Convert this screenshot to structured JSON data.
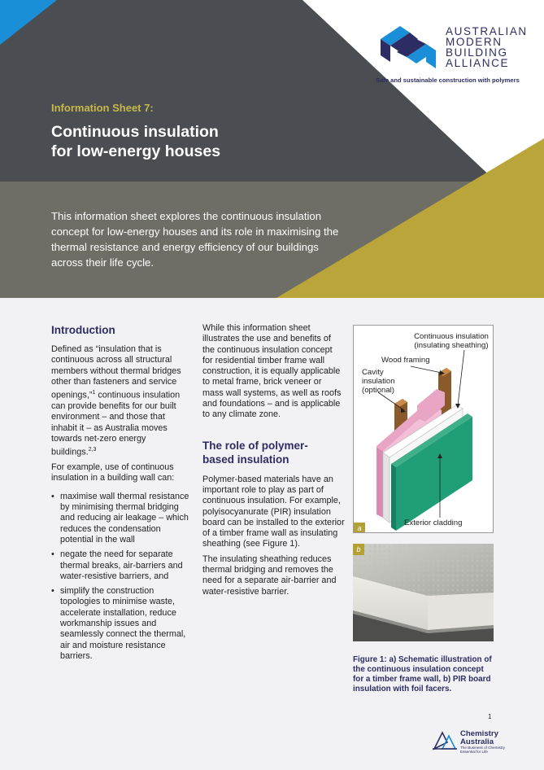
{
  "brand": {
    "name_lines": [
      "AUSTRALIAN",
      "MODERN",
      "BUILDING",
      "ALLIANCE"
    ],
    "tagline": "Safe and sustainable construction with polymers"
  },
  "header": {
    "sheet_label": "Information Sheet 7:",
    "title_line1": "Continuous insulation",
    "title_line2": "for low-energy houses"
  },
  "intro_blurb": "This information sheet explores the continuous insulation concept for low-energy houses and its role in maximising the thermal resistance and energy efficiency of our buildings across their life cycle.",
  "introduction": {
    "heading": "Introduction",
    "para1": "Defined as “insulation that is continuous across all structural members without thermal bridges other than fasteners and service openings,”",
    "sup1": "1",
    "para1_rest": " continuous insulation can provide benefits for our built environment – and those that inhabit it – as Australia moves towards net-zero energy buildings.",
    "sup2": "2,3",
    "para2": "For example, use of continuous insulation in a building wall can:",
    "bullets": [
      "maximise wall thermal resistance by minimising thermal bridging and reducing air leakage – which reduces the condensation potential in the wall",
      "negate the need for separate thermal breaks, air-barriers and water-resistive barriers, and",
      "simplify the construction topologies to minimise waste, accelerate installation, reduce workmanship issues and seamlessly connect the thermal, air and moisture resistance barriers."
    ]
  },
  "col2": {
    "para1": "While this information sheet illustrates the use and benefits of the continuous insulation concept for residential timber frame wall construction, it is equally applicable to metal frame, brick veneer or mass wall systems, as well as roofs and foundations – and is applicable to any climate zone.",
    "heading": "The role of polymer-based insulation",
    "para2": "Polymer-based materials have an important role to play as part of continuous insulation. For example, polyisocyanurate (PIR) insulation board can be installed to the exterior of a timber frame wall as insulating sheathing (see Figure 1).",
    "para3": "The insulating sheathing reduces thermal bridging and removes the need for a separate air-barrier and water-resistive barrier."
  },
  "figure": {
    "label_continuous": "Continuous insulation (insulating sheathing)",
    "label_wood": "Wood framing",
    "label_cavity": "Cavity insulation (optional)",
    "label_exterior": "Exterior cladding",
    "tag_a": "a",
    "tag_b": "b",
    "caption_prefix": "Figure 1:",
    "caption": " a) Schematic illustration of the continuous insulation concept for a timber frame wall, b) PIR board insulation with foil facers."
  },
  "footer": {
    "page_number": "1",
    "org_line1": "Chemistry",
    "org_line2": "Australia",
    "org_tagline": "The Business of Chemistry Essential for Life"
  },
  "colors": {
    "dark_slate": "#4a4d51",
    "olive_gray": "#6e6e67",
    "gold": "#b9a53a",
    "navy": "#2d2d63",
    "cyan": "#1a8fd8",
    "pink": "#e9a6c4",
    "green": "#1f9e77"
  }
}
